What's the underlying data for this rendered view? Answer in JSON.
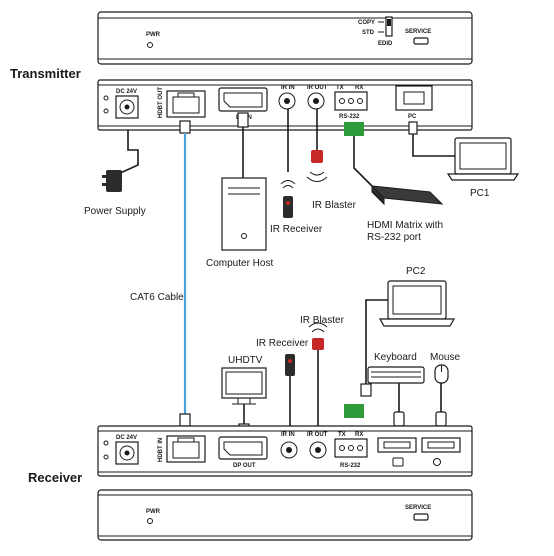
{
  "tx_front": {
    "pwr": "PWR",
    "copy": "COPY",
    "std": "STD",
    "edid": "EDID",
    "service": "SERVICE"
  },
  "tx_back": {
    "dc": "DC 24V",
    "hdbt": "HDBT OUT",
    "dp": "DP IN",
    "irin": "IR IN",
    "irout": "IR OUT",
    "tx": "TX",
    "rx": "RX",
    "rs232": "RS-232",
    "pc": "PC"
  },
  "rx_back": {
    "dc": "DC 24V",
    "hdbt": "HDBT IN",
    "dp": "DP OUT",
    "irin": "IR IN",
    "irout": "IR OUT",
    "tx": "TX",
    "rx": "RX",
    "rs232": "RS-232"
  },
  "rx_front": {
    "pwr": "PWR",
    "service": "SERVICE"
  },
  "labels": {
    "transmitter": "Transmitter",
    "receiver": "Receiver",
    "power_supply": "Power Supply",
    "cat6": "CAT6 Cable",
    "computer_host": "Computer Host",
    "ir_receiver_top": "IR Receiver",
    "ir_blaster_top": "IR Blaster",
    "matrix_line1": "HDMI Matrix with",
    "matrix_line2": "RS-232 port",
    "pc1": "PC1",
    "pc2": "PC2",
    "ir_blaster_bottom": "IR Blaster",
    "ir_receiver_bottom": "IR Receiver",
    "uhdtv": "UHDTV",
    "keyboard": "Keyboard",
    "mouse": "Mouse"
  },
  "colors": {
    "cat6_cable": "#4aa3df",
    "ir_red": "#c62828",
    "terminal_green": "#2e9b3a"
  }
}
